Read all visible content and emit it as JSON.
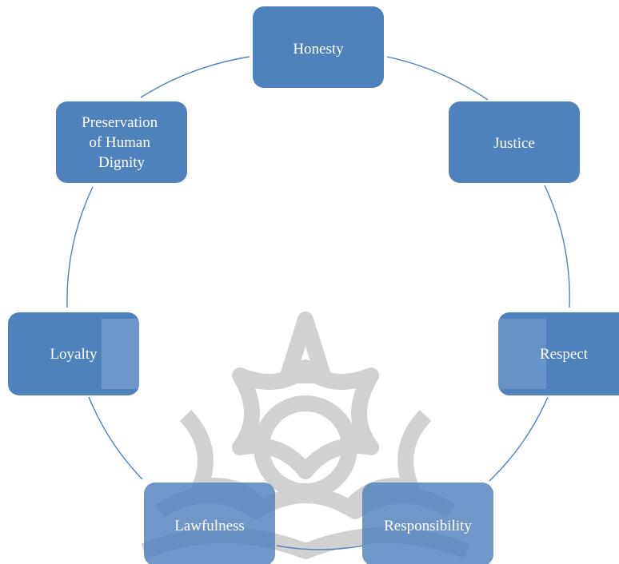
{
  "diagram": {
    "type": "cycle",
    "colors": {
      "node_fill": "#4f81bd",
      "node_text": "#ffffff",
      "connector": "#4f81bd",
      "watermark": "#c9c9c9"
    },
    "nodes": [
      {
        "id": "honesty",
        "label": [
          "Honesty"
        ]
      },
      {
        "id": "justice",
        "label": [
          "Justice"
        ]
      },
      {
        "id": "respect",
        "label": [
          "Respect"
        ]
      },
      {
        "id": "responsibility",
        "label": [
          "Responsibility"
        ]
      },
      {
        "id": "lawfulness",
        "label": [
          "Lawfulness"
        ]
      },
      {
        "id": "loyalty",
        "label": [
          "Loyalty"
        ]
      },
      {
        "id": "preservation",
        "label": [
          "Preservation",
          "of Human",
          "Dignity"
        ]
      }
    ],
    "watermark_icon": "rosette-watermark-icon"
  }
}
